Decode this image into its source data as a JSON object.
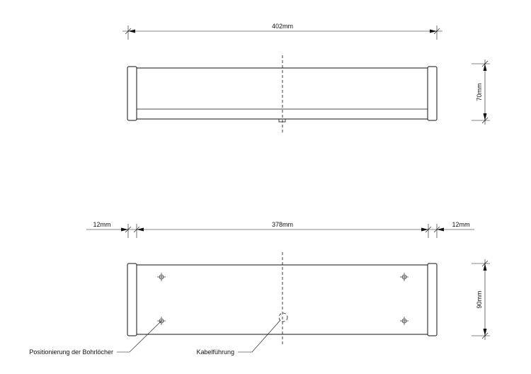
{
  "top_view": {
    "width_label": "402mm",
    "height_label": "70mm"
  },
  "bottom_view": {
    "left_margin_label": "12mm",
    "inner_width_label": "378mm",
    "right_margin_label": "12mm",
    "height_label": "90mm",
    "callout_drill_holes": "Positionierung der Bohrlöcher",
    "callout_cable": "Kabelführung"
  },
  "colors": {
    "line": "#111111",
    "background": "#ffffff"
  }
}
